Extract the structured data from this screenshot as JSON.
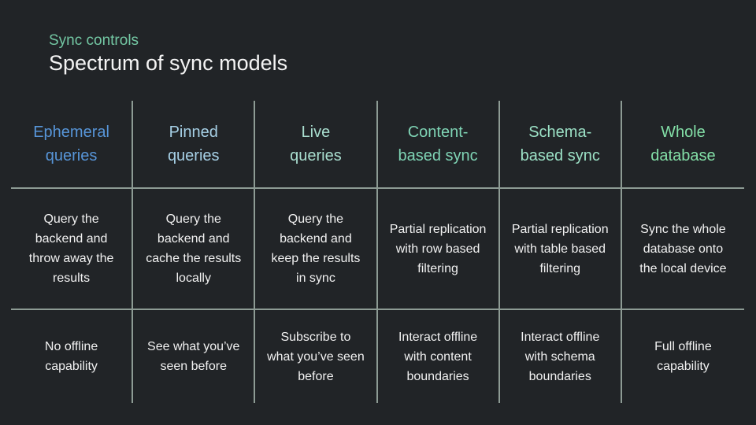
{
  "slide": {
    "eyebrow": "Sync controls",
    "title": "Spectrum of sync models"
  },
  "colors": {
    "background": "#212427",
    "eyebrow_text": "#73c7a3",
    "title_text": "#f4f4f4",
    "grid_line": "#8d9b94",
    "body_text": "#f1f1f1"
  },
  "table": {
    "columns": [
      {
        "header": "Ephemeral\nqueries",
        "color": "#5795d8",
        "description": "Query the\nbackend and\nthrow away the\nresults",
        "offline": "No offline\ncapability"
      },
      {
        "header": "Pinned\nqueries",
        "color": "#a6d0e6",
        "description": "Query the\nbackend and\ncache the results\nlocally",
        "offline": "See what you’ve\nseen before"
      },
      {
        "header": "Live\nqueries",
        "color": "#a9decf",
        "description": "Query the\nbackend and\nkeep the results\nin sync",
        "offline": "Subscribe to\nwhat you’ve seen\nbefore"
      },
      {
        "header": "Content-\nbased sync",
        "color": "#7fd4b5",
        "description": "Partial replication\nwith row based\nfiltering",
        "offline": "Interact offline\nwith content\nboundaries"
      },
      {
        "header": "Schema-\nbased sync",
        "color": "#9be0c5",
        "description": "Partial replication\nwith table based\nfiltering",
        "offline": "Interact offline\nwith schema\nboundaries"
      },
      {
        "header": "Whole\ndatabase",
        "color": "#83dfa7",
        "description": "Sync the whole\ndatabase onto\nthe local device",
        "offline": "Full offline\ncapability"
      }
    ]
  }
}
